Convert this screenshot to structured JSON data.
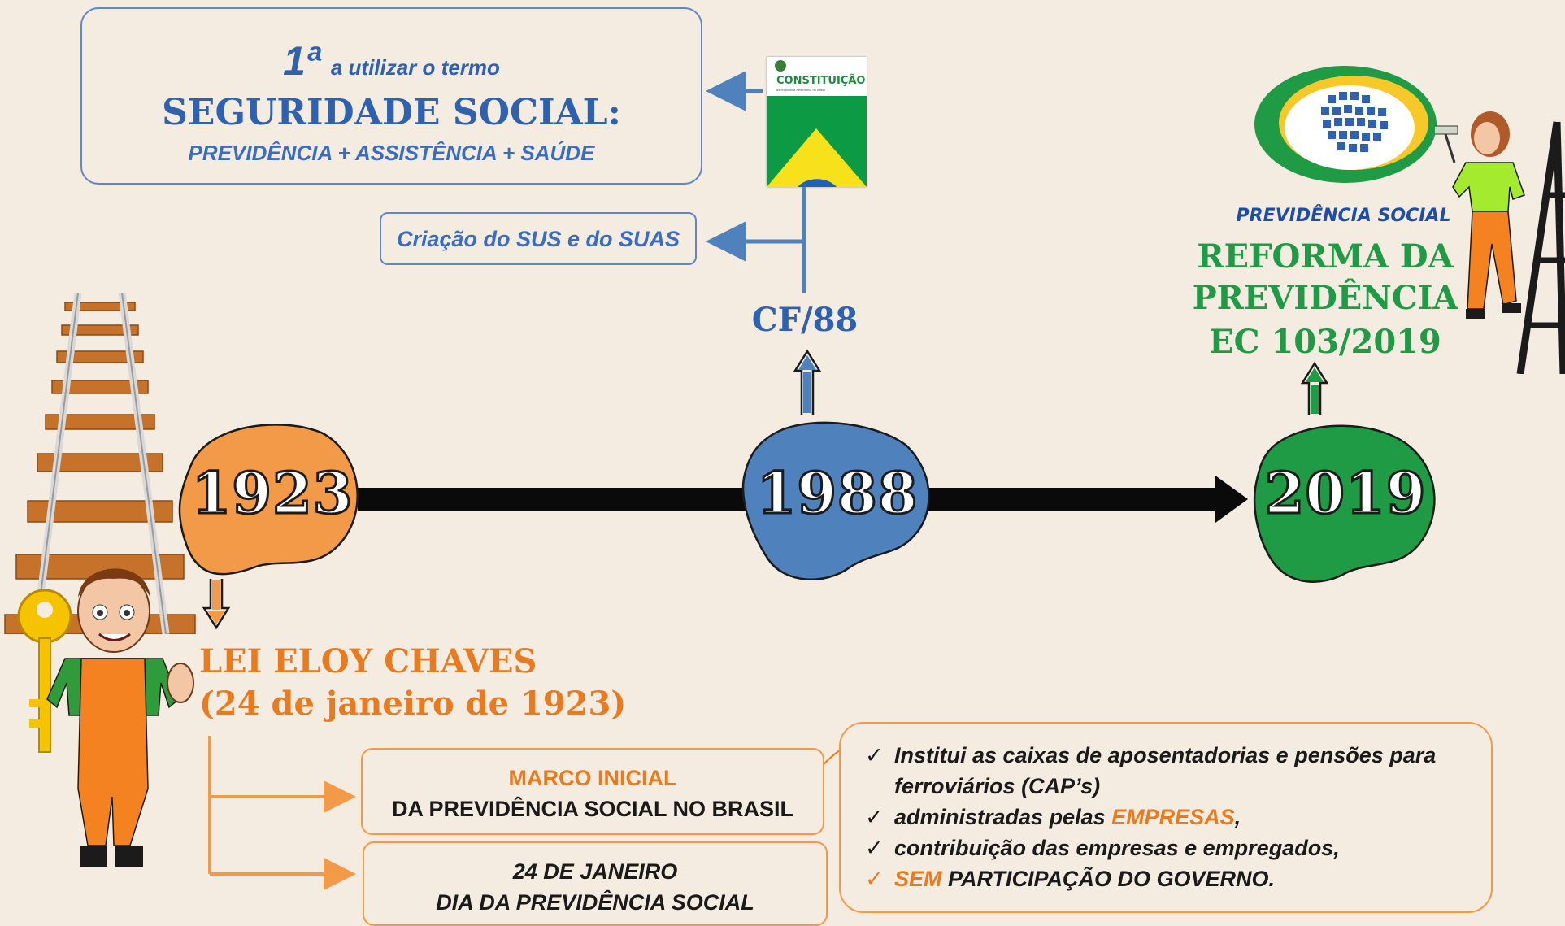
{
  "seguridade_box": {
    "ordinal": "1ª",
    "subtitle": "a utilizar o termo",
    "title": "SEGURIDADE SOCIAL:",
    "components": "PREVIDÊNCIA + ASSISTÊNCIA + SAÚDE"
  },
  "sus_box": {
    "text": "Criação do SUS e do SUAS"
  },
  "constituicao_cover": {
    "title": "CONSTITUIÇÃO",
    "subtitle": "da República Federativa do Brasil"
  },
  "cf88_label": "CF/88",
  "previdencia_logo": {
    "text": "PREVIDÊNCIA SOCIAL"
  },
  "reforma": {
    "line1": "REFORMA DA",
    "line2": "PREVIDÊNCIA",
    "line3": "EC 103/2019"
  },
  "timeline": {
    "years": [
      "1923",
      "1988",
      "2019"
    ],
    "colors": {
      "1923": "#f29a48",
      "1988": "#4f81bd",
      "2019": "#1f9a45"
    }
  },
  "lei_eloy": {
    "title": "LEI ELOY CHAVES",
    "date": "(24 de janeiro de 1923)"
  },
  "marco_box": {
    "line1": "MARCO INICIAL",
    "line2": "DA PREVIDÊNCIA SOCIAL NO BRASIL"
  },
  "dia_box": {
    "line1": "24 DE JANEIRO",
    "line2": "DIA DA PREVIDÊNCIA SOCIAL"
  },
  "caps_box": {
    "item1": "Institui as caixas de aposentadorias e pensões para ferroviários (CAP’s)",
    "item2_pre": "administradas pelas ",
    "item2_hl": "EMPRESAS",
    "item2_post": ",",
    "item3": "contribuição das empresas e empregados,",
    "item4_hl": "SEM",
    "item4_post": " PARTICIPAÇÃO DO GOVERNO."
  },
  "accent_colors": {
    "orange": "#e97a1e",
    "blue": "#2e62b0",
    "green": "#1f9a45"
  }
}
